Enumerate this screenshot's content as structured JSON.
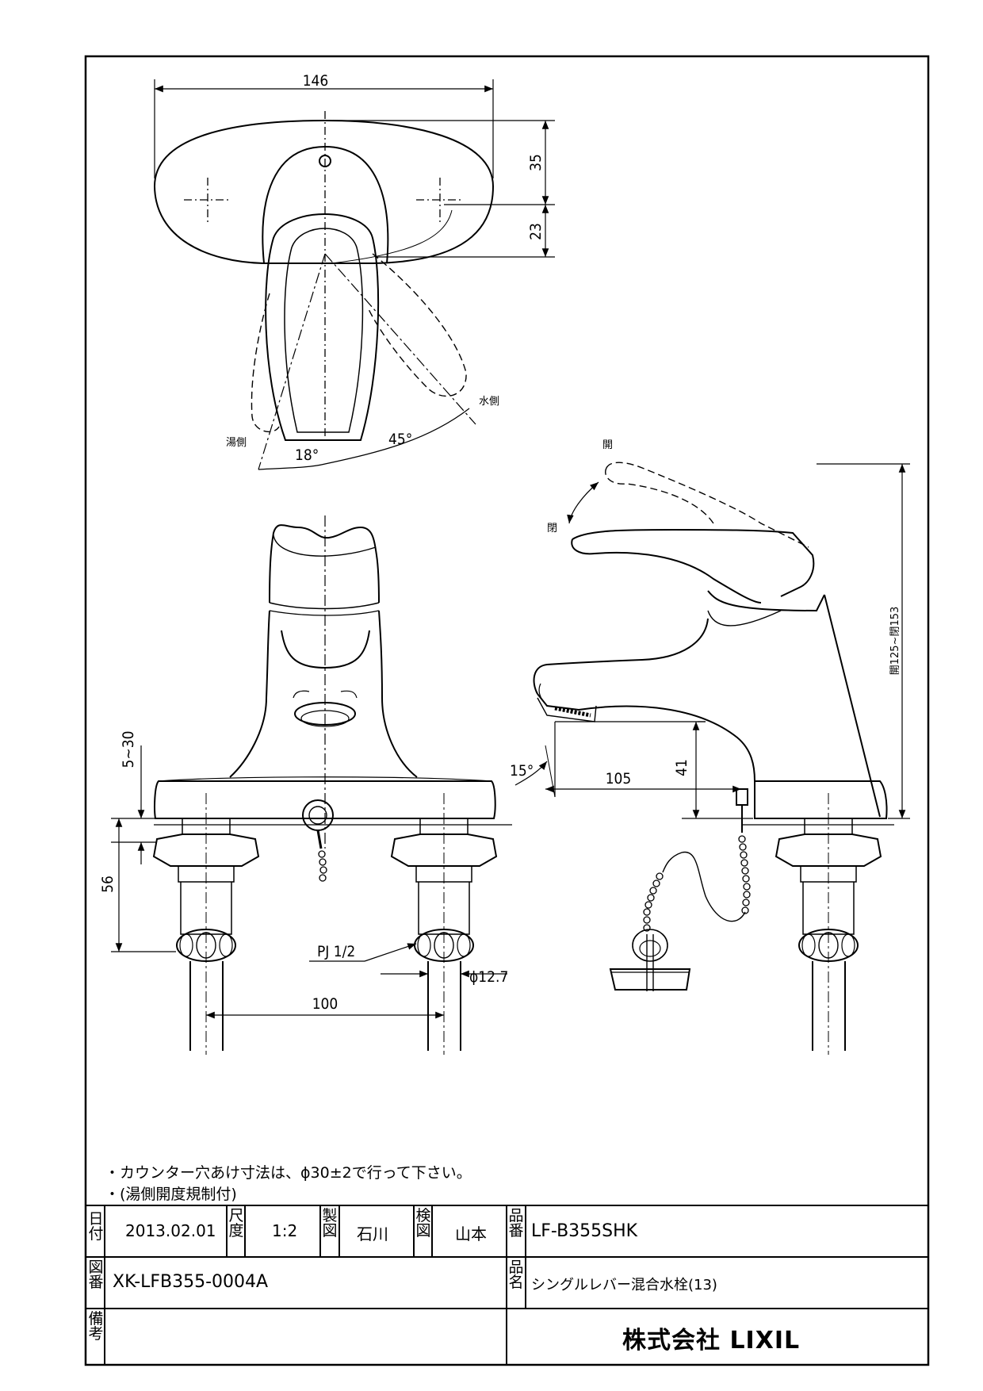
{
  "dimensions": {
    "width_146": "146",
    "d35": "35",
    "d23": "23",
    "hot_side": "湯側",
    "cold_side": "水側",
    "angle_18": "18°",
    "angle_45": "45°",
    "open": "開",
    "close": "閉",
    "height_range": "開125~閉153",
    "d5_30": "5~30",
    "d56": "56",
    "d41": "41",
    "d105": "105",
    "angle_15": "15°",
    "pj": "PJ 1/2",
    "d100": "100",
    "phi127": "ϕ12.7"
  },
  "notes": [
    "・カウンター穴あけ寸法は、ϕ30±2で行って下さい。",
    "・(湯側開度規制付)"
  ],
  "title_block": {
    "date_label": "日付",
    "date_value": "2013.02.01",
    "scale_label": "尺度",
    "scale_value": "1:2",
    "drawn_label": "製図",
    "drawn_value": "石川",
    "checked_label": "検図",
    "checked_value": "山本",
    "product_no_label": "品番",
    "product_no_value": "LF-B355SHK",
    "drawing_no_label": "図番",
    "drawing_no_value": "XK-LFB355-0004A",
    "product_name_label": "品名",
    "product_name_value": "シングルレバー混合水栓(13)",
    "remarks_label": "備考",
    "company": "株式会社 LIXIL"
  }
}
